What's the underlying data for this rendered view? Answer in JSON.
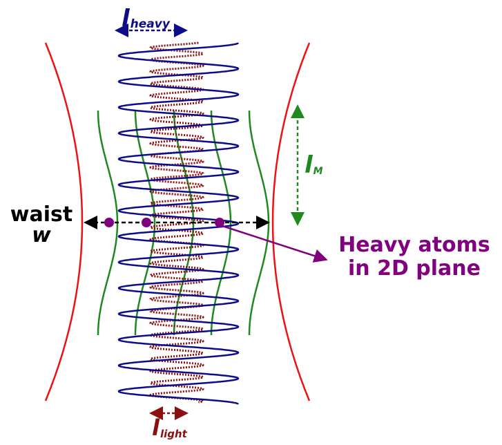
{
  "labels": {
    "l_heavy": {
      "symbol": "l",
      "subscript": "heavy",
      "color": "#0d0d8a"
    },
    "l_light": {
      "symbol": "l",
      "subscript": "light",
      "color": "#8b1010"
    },
    "l_m": {
      "symbol": "l",
      "subscript": "M",
      "color": "#1e8a1e"
    },
    "waist": {
      "line1": "waist",
      "line2": "w",
      "color": "#000000"
    },
    "atoms": {
      "line1": "Heavy atoms",
      "line2": "in 2D plane",
      "color": "#800080"
    }
  },
  "colors": {
    "beam_waist": "#ee1111",
    "heavy_lattice": "#0d0d8a",
    "light_lattice": "#8b1010",
    "m_lattice": "#1e8a1e",
    "atoms": "#800080",
    "waist_arrow": "#000000"
  }
}
